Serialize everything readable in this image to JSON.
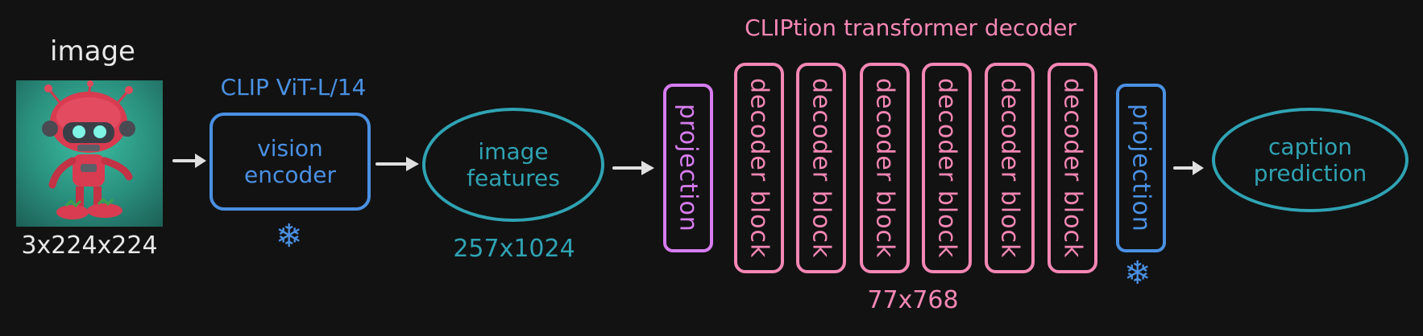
{
  "image": {
    "title": "image",
    "shape": "3x224x224",
    "description": "red strawberry robot on teal background"
  },
  "encoder": {
    "model": "CLIP ViT-L/14",
    "label_line1": "vision",
    "label_line2": "encoder",
    "frozen_icon": "snowflake-icon",
    "frozen_symbol": "❄"
  },
  "features": {
    "label_line1": "image",
    "label_line2": "features",
    "shape": "257x1024"
  },
  "decoder": {
    "title": "CLIPtion transformer decoder",
    "input_projection": "projection",
    "blocks": [
      "decoder block",
      "decoder block",
      "decoder block",
      "decoder block",
      "decoder block",
      "decoder block"
    ],
    "output_projection": "projection",
    "shape": "77x768",
    "frozen_symbol": "❄"
  },
  "output": {
    "label_line1": "caption",
    "label_line2": "prediction"
  },
  "colors": {
    "background": "#121212",
    "white": "#e8e8e8",
    "blue": "#4a90e2",
    "teal": "#2fa3b3",
    "pink": "#f487b4",
    "violet": "#d77cf0",
    "arrow": "#e0e0e0"
  }
}
